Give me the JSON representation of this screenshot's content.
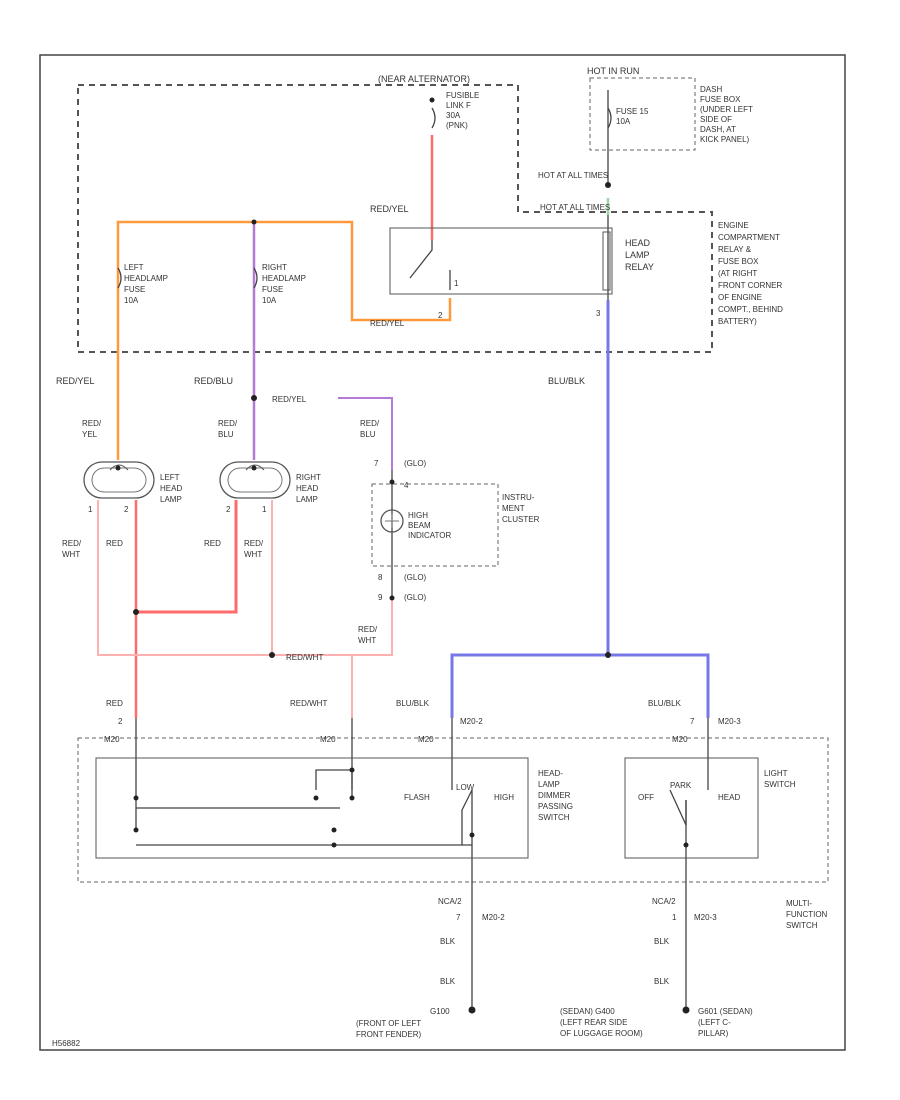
{
  "labels": {
    "near_alternator": "(NEAR ALTERNATOR)",
    "fusible_link": [
      "FUSIBLE",
      "LINK F",
      "30A",
      "(PNK)"
    ],
    "hot_in_run": "HOT IN RUN",
    "fuse15": [
      "FUSE 15",
      "10A"
    ],
    "dash_fuse_box": [
      "DASH",
      "FUSE BOX",
      "(UNDER LEFT",
      "SIDE OF",
      "DASH, AT",
      "KICK PANEL)"
    ],
    "hot_at_all_times": "HOT AT ALL TIMES",
    "hot_at_all_times2": "HOT AT ALL TIMES",
    "red_yel_top": "RED/YEL",
    "head_lamp_relay": [
      "HEAD",
      "LAMP",
      "RELAY"
    ],
    "engine_compartment": [
      "ENGINE",
      "COMPARTMENT",
      "RELAY &",
      "FUSE BOX",
      "(AT RIGHT",
      "FRONT CORNER",
      "OF ENGINE",
      "COMPT., BEHIND",
      "BATTERY)"
    ],
    "left_headlamp_fuse": [
      "LEFT",
      "HEADLAMP",
      "FUSE",
      "10A"
    ],
    "right_headlamp_fuse": [
      "RIGHT",
      "HEADLAMP",
      "FUSE",
      "10A"
    ],
    "red_yel_relay": "RED/YEL",
    "pin1": "1",
    "pin2": "2",
    "pin3": "3",
    "red_yel_left": "RED/YEL",
    "red_blu_mid": "RED/BLU",
    "red_yel_splice": "RED/YEL",
    "blu_blk_right": "BLU/BLK",
    "red_yel_conn": [
      "RED/",
      "YEL"
    ],
    "red_blu_conn": [
      "RED/",
      "BLU"
    ],
    "red_blu_conn2": [
      "RED/",
      "BLU"
    ],
    "left_head_lamp": [
      "LEFT",
      "HEAD",
      "LAMP"
    ],
    "right_head_lamp": [
      "RIGHT",
      "HEAD",
      "LAMP"
    ],
    "c7": "7",
    "glo1": "(GLO)",
    "c4": "4",
    "instrument_cluster": [
      "INSTRU-",
      "MENT",
      "CLUSTER"
    ],
    "high_beam_indicator": [
      "HIGH",
      "BEAM",
      "INDICATOR"
    ],
    "c8": "8",
    "glo2": "(GLO)",
    "c9": "9",
    "glo3": "(GLO)",
    "red_wht_a": [
      "RED/",
      "WHT"
    ],
    "red_a": "RED",
    "red_b": "RED",
    "red_wht_b": [
      "RED/",
      "WHT"
    ],
    "red_wht_c": [
      "RED/",
      "WHT"
    ],
    "red_wht_mid": "RED/WHT",
    "lamp_pin1a": "1",
    "lamp_pin2a": "2",
    "lamp_pin2b": "2",
    "lamp_pin1b": "1",
    "red_sw": "RED",
    "red_wht_sw": "RED/WHT",
    "blu_blk_sw1": "BLU/BLK",
    "blu_blk_sw2": "BLU/BLK",
    "sw_pin2": "2",
    "sw_pin7": "7",
    "m20_2a": "M20-2",
    "m20_3a": "M20-3",
    "m20a": "M20",
    "m20b": "M20",
    "m20c": "M20",
    "m20d": "M20",
    "dimmer_switch": [
      "HEAD-",
      "LAMP",
      "DIMMER",
      "PASSING",
      "SWITCH"
    ],
    "flash": "FLASH",
    "low": "LOW",
    "high": "HIGH",
    "off": "OFF",
    "park": "PARK",
    "head": "HEAD",
    "light_switch": [
      "LIGHT",
      "SWITCH"
    ],
    "multi_function": [
      "MULTI-",
      "FUNCTION",
      "SWITCH"
    ],
    "nca_left": "NCA/2",
    "nca_right": "NCA/2",
    "b7": "7",
    "b1": "1",
    "m20_2b": "M20-2",
    "m20_3b": "M20-3",
    "blk1": "BLK",
    "blk2": "BLK",
    "blk3": "BLK",
    "blk4": "BLK",
    "g100": "G100",
    "g100_loc": [
      "(FRONT OF LEFT",
      "FRONT FENDER)"
    ],
    "g_mid": [
      "(SEDAN) G400",
      "(LEFT REAR SIDE",
      "OF LUGGAGE ROOM)"
    ],
    "g_right": [
      "G601 (SEDAN)",
      "(LEFT C-",
      "PILLAR)"
    ],
    "code": "H56882"
  },
  "colors": {
    "red": "#ff6a6a",
    "pink": "#ffb0b0",
    "orange": "#ff9a3c",
    "purple": "#b57ad6",
    "blue": "#7777e8",
    "green": "#9ed49e"
  }
}
